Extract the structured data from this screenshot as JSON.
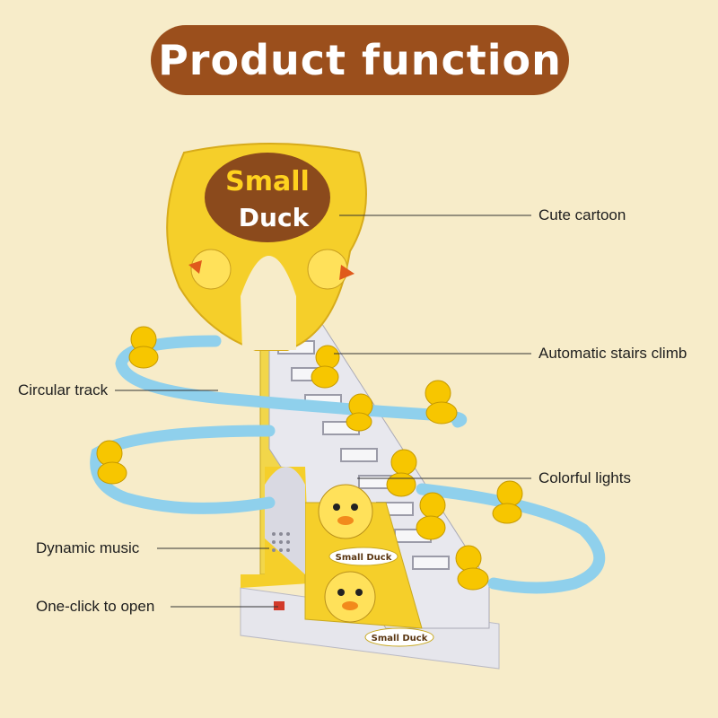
{
  "title": "Product function",
  "sign": {
    "line1": "Small",
    "line2": "Duck"
  },
  "base_sign_1": "Small Duck",
  "base_sign_2": "Small Duck",
  "labels": {
    "cute_cartoon": "Cute cartoon",
    "automatic_stairs": "Automatic stairs climb",
    "circular_track": "Circular track",
    "colorful_lights": "Colorful lights",
    "dynamic_music": "Dynamic music",
    "one_click": "One-click to open"
  },
  "colors": {
    "background": "#f7ecc9",
    "title_pill": "#9b4f1c",
    "sign_yellow": "#f5cf2a",
    "sign_brown": "#8b4a1c",
    "track_blue": "#8fd0ec",
    "stairs_white": "#e8e8ec",
    "duck_yellow": "#f7c600"
  }
}
